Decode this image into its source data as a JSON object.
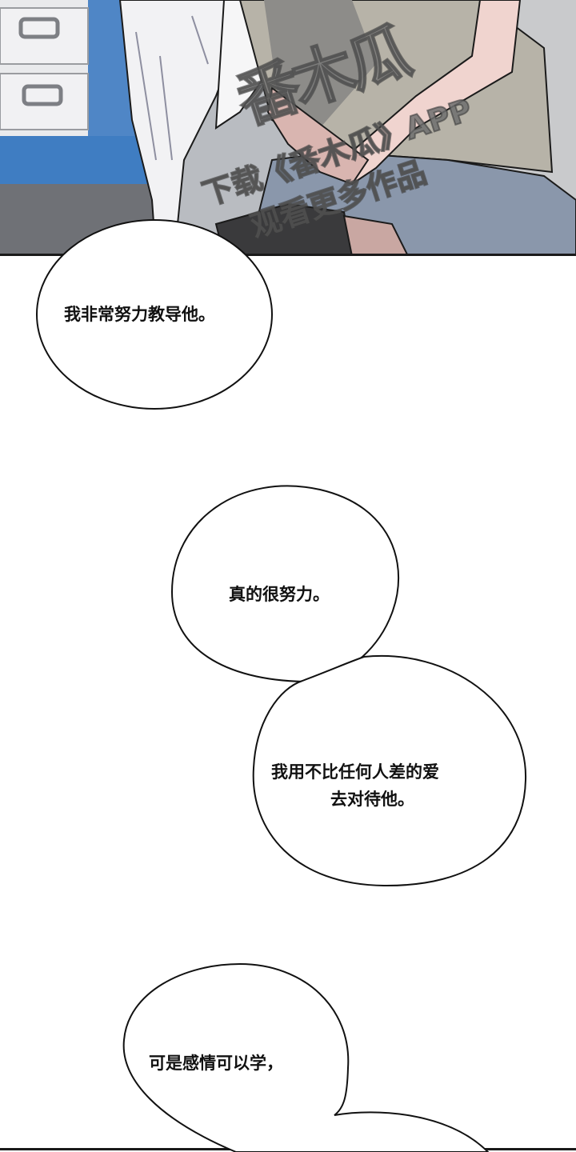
{
  "comic": {
    "panel_top": {
      "description": "Two seated characters, one in white shirt with hand on other's arm, blue drawer cabinet background",
      "watermark": {
        "logo": "番木瓜",
        "line1": "下载《番木瓜》APP",
        "line2": "观看更多作品"
      }
    },
    "bubbles": [
      {
        "text": "我非常努力教导他。"
      },
      {
        "text": "真的很努力。"
      },
      {
        "text_line1": "我用不比任何人差的爱",
        "text_line2": "去对待他。"
      },
      {
        "text": "可是感情可以学，"
      }
    ],
    "colors": {
      "bubble_fill": "#ffffff",
      "bubble_stroke": "#111111",
      "text": "#111111",
      "panel_border": "#1a1a1a"
    }
  }
}
